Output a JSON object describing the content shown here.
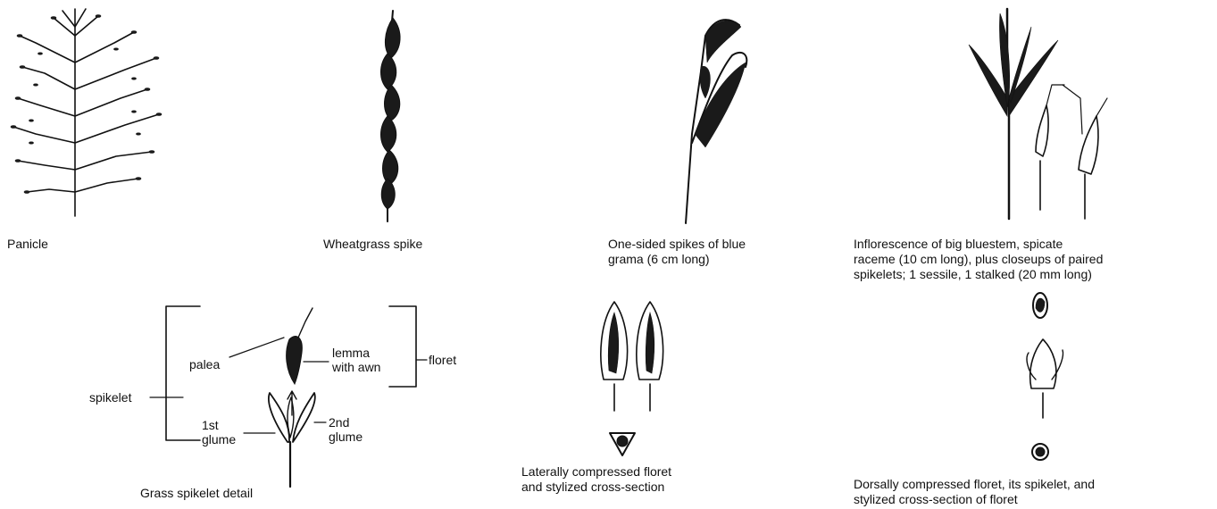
{
  "captions": {
    "panicle": "Panicle",
    "wheatgrass": "Wheatgrass spike",
    "blue_grama": [
      "One-sided spikes of blue",
      "grama (6 cm long)"
    ],
    "big_bluestem": [
      "Inflorescence of big bluestem, spicate",
      "raceme (10 cm long), plus closeups of paired",
      "spikelets; 1 sessile, 1 stalked (20 mm long)"
    ],
    "spikelet_detail": "Grass spikelet detail",
    "lateral": [
      "Laterally compressed floret",
      "and stylized cross-section"
    ],
    "dorsal": [
      "Dorsally compressed floret, its spikelet, and",
      "stylized cross-section of floret"
    ]
  },
  "spikelet_labels": {
    "palea": "palea",
    "lemma": [
      "lemma",
      "with awn"
    ],
    "floret": "floret",
    "spikelet": "spikelet",
    "first_glume": [
      "1st",
      "glume"
    ],
    "second_glume": [
      "2nd",
      "glume"
    ]
  }
}
